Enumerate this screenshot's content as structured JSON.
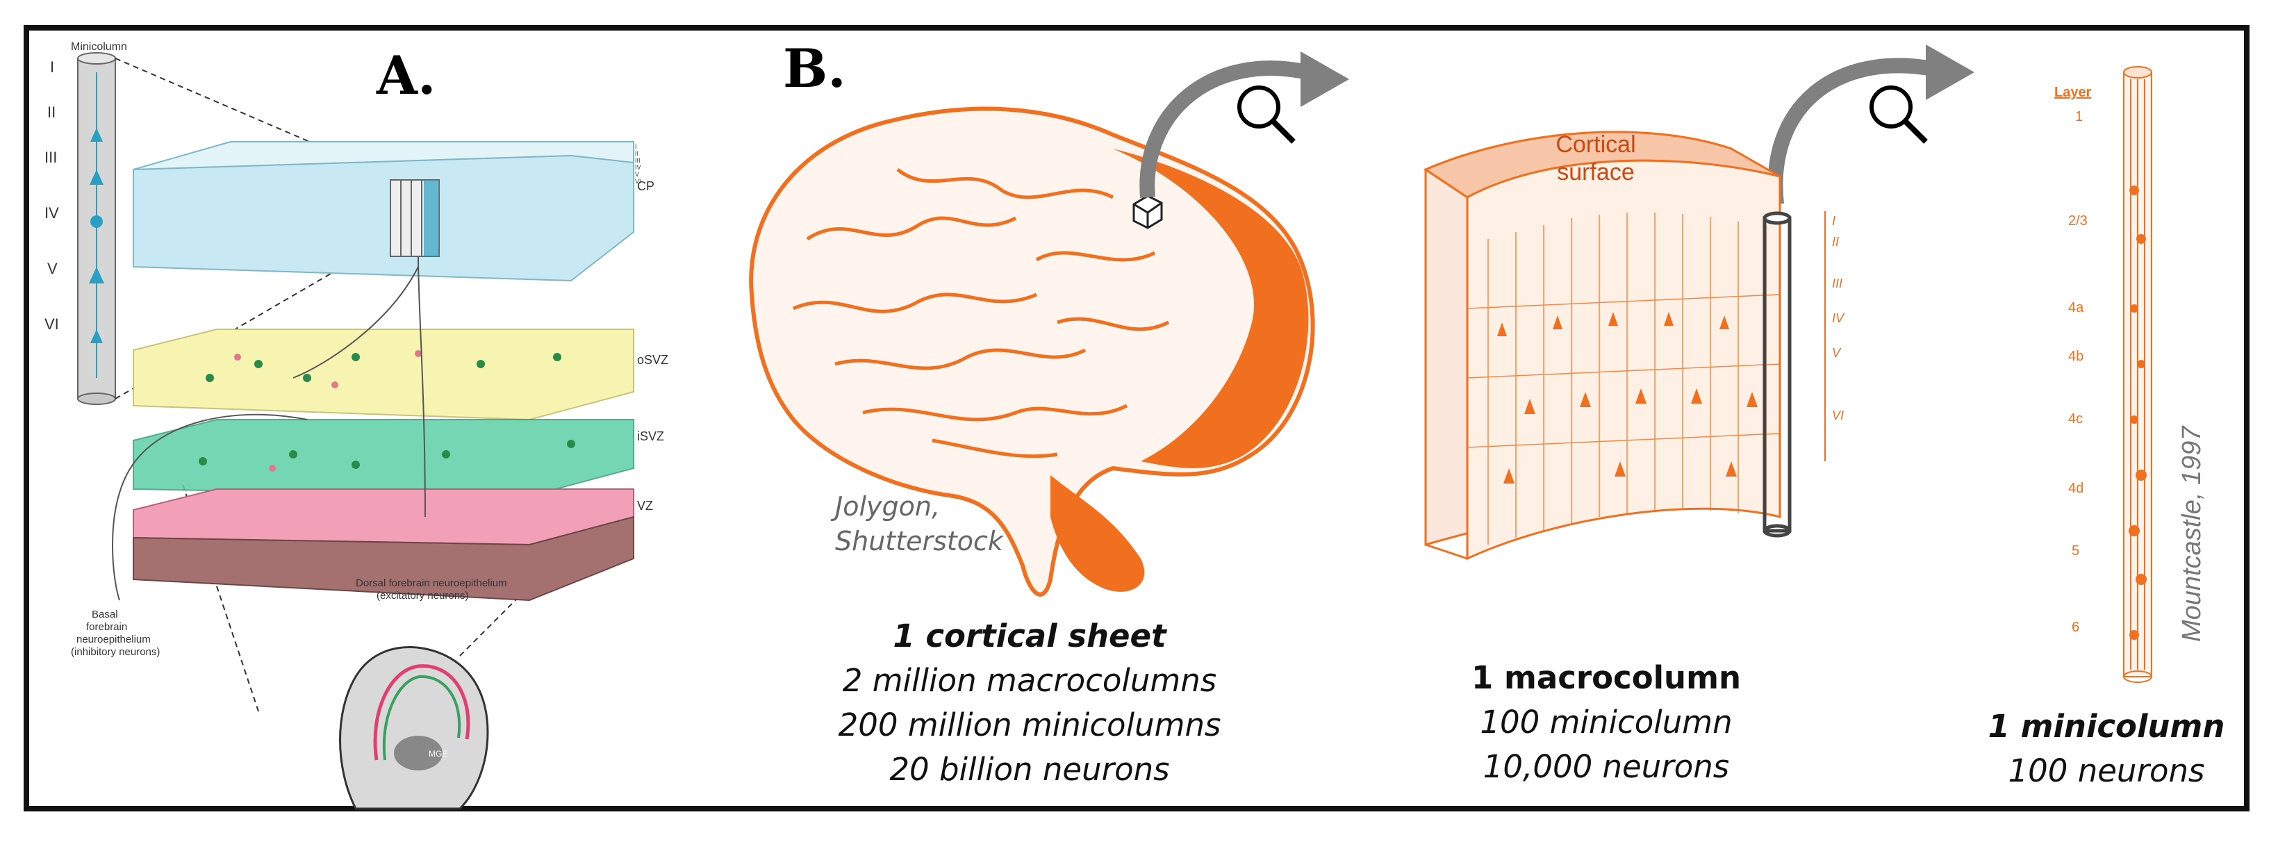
{
  "panel_a": {
    "letter": "A.",
    "minicolumn_label": "Minicolumn",
    "layers": [
      "I",
      "II",
      "III",
      "IV",
      "V",
      "VI"
    ],
    "zone_labels": [
      "CP",
      "oSVZ",
      "iSVZ",
      "VZ"
    ],
    "cp_layers": [
      "I",
      "II",
      "III",
      "IV",
      "V",
      "VI"
    ],
    "dorsal_label_line1": "Dorsal forebrain neuroepithelium",
    "dorsal_label_line2": "(excitatory neurons)",
    "basal_lines": [
      "Basal",
      "forebrain",
      "neuroepithelium",
      "(inhibitory neurons)"
    ],
    "mge_label": "MGE"
  },
  "panel_b": {
    "letter": "B.",
    "brain_credit_line1": "Jolygon,",
    "brain_credit_line2": "Shutterstock",
    "cortical_surface_line1": "Cortical",
    "cortical_surface_line2": "surface",
    "block_layers": [
      "I",
      "II",
      "III",
      "IV",
      "V",
      "VI"
    ],
    "column_layer_header": "Layer",
    "column_layers": [
      "1",
      "2/3",
      "4a",
      "4b",
      "4c",
      "4d",
      "5",
      "6"
    ],
    "column_credit": "Mountcastle, 1997"
  },
  "captions": {
    "sheet": {
      "title": "1 cortical sheet",
      "line1": "2 million macrocolumns",
      "line2": "200 million minicolumns",
      "line3": "20 billion neurons"
    },
    "macro": {
      "title": "1  macrocolumn",
      "line1": "100 minicolumn",
      "line2": "10,000 neurons"
    },
    "mini": {
      "title": "1 minicolumn",
      "line1": "100 neurons"
    }
  },
  "colors": {
    "orange": "#f07020",
    "arrow_gray": "#808080",
    "cp_blue": "#bfe6f2",
    "osvz_yellow": "#f7f3b0",
    "isvz_green": "#5ed0a8",
    "vz_pink": "#f2a0b8"
  }
}
